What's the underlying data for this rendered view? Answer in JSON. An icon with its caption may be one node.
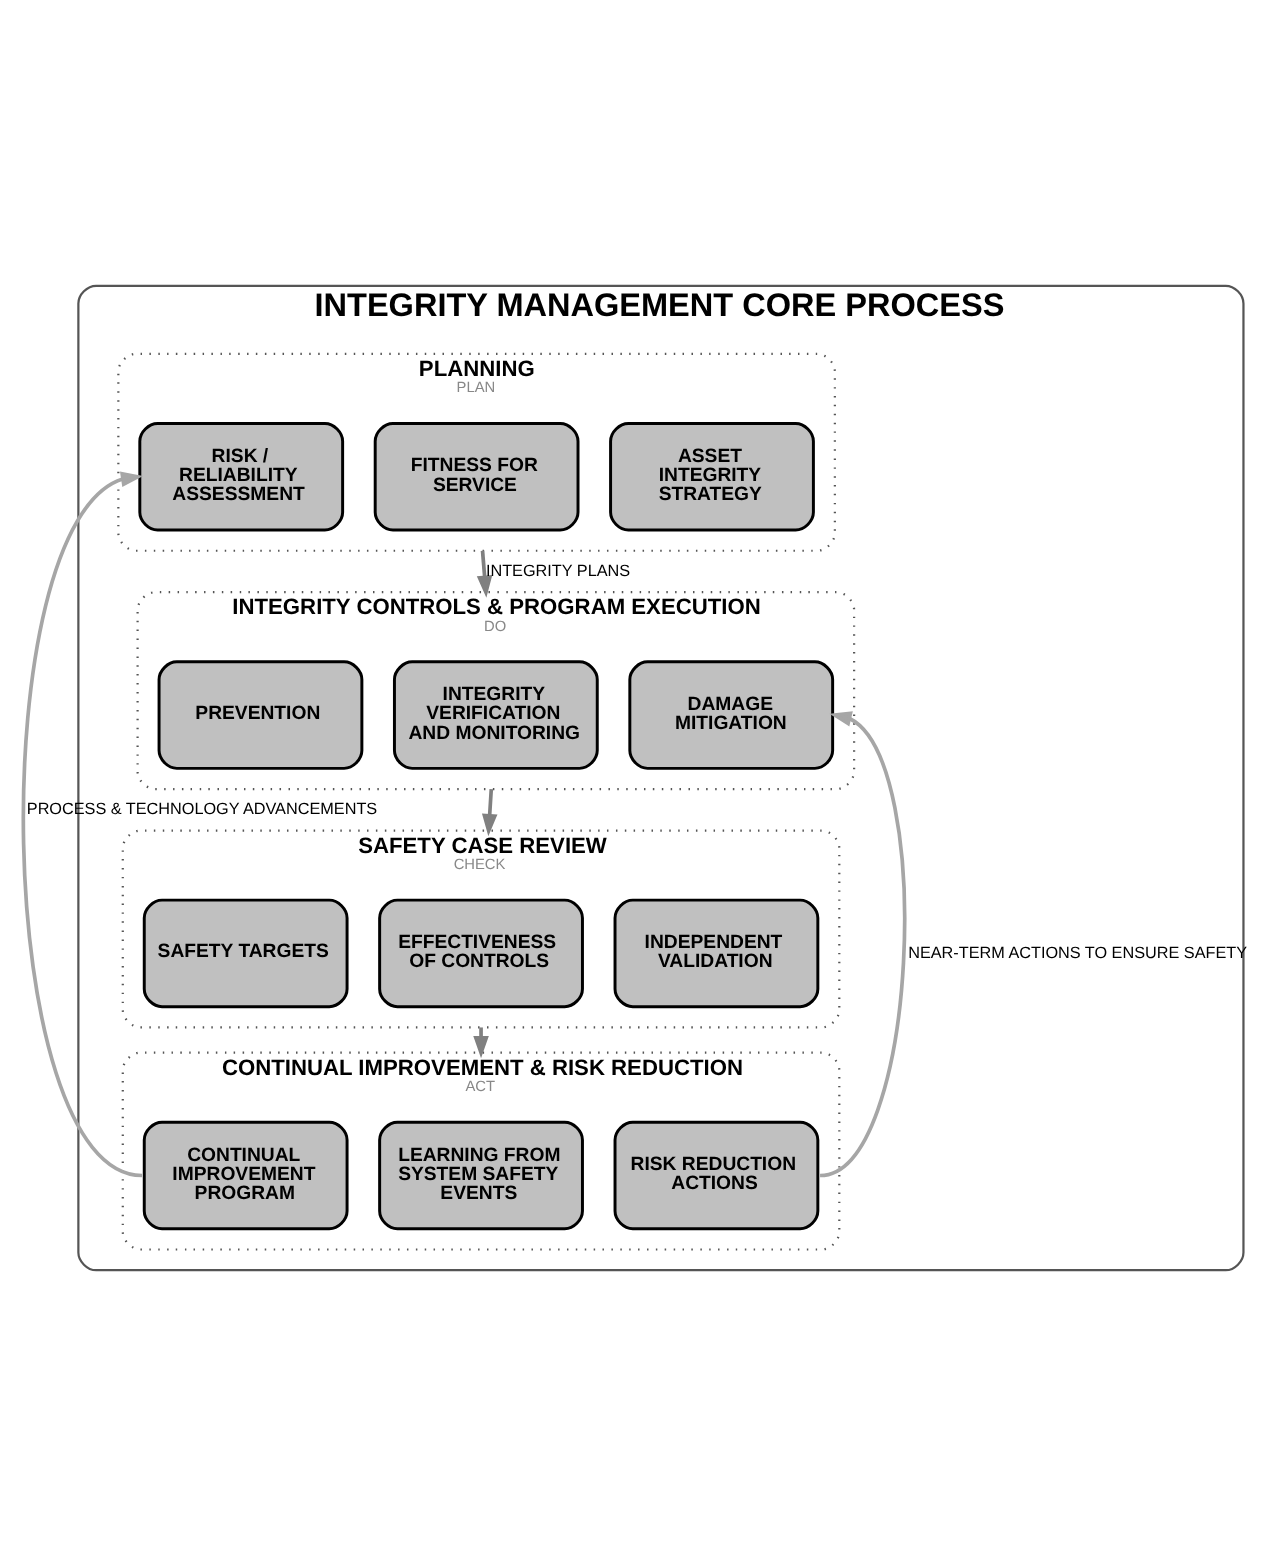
{
  "diagram": {
    "nodes": [
      {
        "text": [
          "INTEGRITY MANAGEMENT CORE PROCESS"
        ]
      },
      {
        "text": [
          "PLANNING",
          "PLAN"
        ],
        "in": 0
      },
      {
        "text": [
          "RISK / RELIABILITY ASSESSMENT"
        ],
        "in": 1
      },
      {
        "text": [
          "FITNESS FOR SERVICE"
        ],
        "in": 1
      },
      {
        "text": [
          "ASSET INTEGRITY STRATEGY"
        ],
        "in": 1
      },
      {
        "text": [
          "INTEGRITY CONTROLS & PROGRAM EXECUTION",
          "DO"
        ],
        "in": 0
      },
      {
        "text": [
          "PREVENTION"
        ],
        "in": 5
      },
      {
        "text": [
          "INTEGRITY VERIFICATION AND MONITORING"
        ],
        "in": 5
      },
      {
        "text": [
          "DAMAGE MITIGATION"
        ],
        "in": 5
      },
      {
        "text": [
          "SAFETY CASE REVIEW",
          "CHECK"
        ],
        "in": 0
      },
      {
        "text": [
          "SAFETY TARGETS"
        ],
        "in": 9
      },
      {
        "text": [
          "EFFECTIVENESS OF CONTROLS"
        ],
        "in": 9
      },
      {
        "text": [
          "INDEPENDENT VALIDATION"
        ],
        "in": 9
      },
      {
        "text": [
          "CONTINUAL IMPROVEMENT & RISK REDUCTION",
          "ACT"
        ],
        "in": 0
      },
      {
        "text": [
          "CONTINUAL IMPROVEMENT PROGRAM"
        ],
        "in": 13
      },
      {
        "text": [
          "LEARNING FROM SYSTEM SAFETY EVENTS"
        ],
        "in": 13
      },
      {
        "text": [
          "RISK REDUCTION ACTIONS"
        ],
        "in": 13
      }
    ],
    "edges": [
      {
        "from": 1,
        "to": 5,
        "arrow": "to",
        "label": "INTEGRITY PLANS"
      },
      {
        "from": 5,
        "to": 9,
        "arrow": "to"
      },
      {
        "from": 9,
        "to": 13,
        "arrow": "to"
      },
      {
        "from": 13,
        "to": 1,
        "arrow": "to",
        "label": "PROCESS & TECHNOLOGY ADVANCEMENTS",
        "color": "#a6a6a6"
      },
      {
        "from": 13,
        "to": 5,
        "arrow": "to",
        "label": "NEAR-TERM ACTIONS TO ENSURE SAFETY",
        "color": "#a6a6a6"
      }
    ]
  }
}
